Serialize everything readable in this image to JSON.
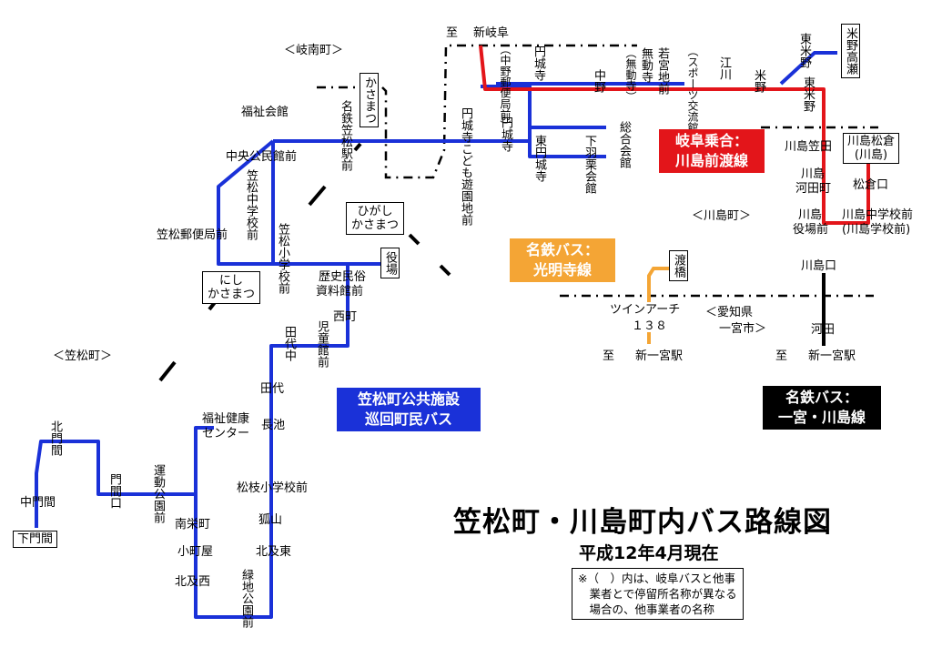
{
  "title": "笠松町・川島町内バス路線図",
  "subtitle": "平成12年4月現在",
  "note": "※（　）内は、岐阜バスと他事\n　業者とで停留所名称が異なる\n　場合の、他事業者の名称",
  "towns": {
    "ginan": "＜岐南町＞",
    "kasamatsu": "＜笠松町＞",
    "kawashima": "＜川島町＞",
    "aichi1": "＜愛知県",
    "aichi2": "一宮市＞"
  },
  "legends": {
    "gifu": [
      "岐阜乗合：",
      "川島前渡線"
    ],
    "komyoji": [
      "名鉄バス：",
      "光明寺線"
    ],
    "ichinomiya": [
      "名鉄バス：",
      "一宮・川島線"
    ],
    "kasamatsu": [
      "笠松町公共施設",
      "巡回町民バス"
    ]
  },
  "colors": {
    "blue": "#1a31d8",
    "red": "#e3151a",
    "orange": "#f4a535",
    "black": "#000000"
  },
  "stations": {
    "kasamatsu": "かさまつ",
    "higashi": [
      "ひがし",
      "かさまつ"
    ],
    "nishi": [
      "にし",
      "かさまつ"
    ]
  },
  "stops": {
    "meitetsu_kasamatsu": "名鉄笠松駅前",
    "fukushi_kaikan": "福祉会館",
    "chuo_kominkan": "中央公民館前",
    "kasamatsu_chugakko": "笠松中学校前",
    "kasamatsu_yubinkyoku": "笠松郵便局前",
    "kasamatsu_shogakko": "笠松小学校前",
    "yakuba": "役場",
    "rekishi1": "歴史民俗",
    "rekishi2": "資料館前",
    "nishimachi": "西町",
    "jidokan": "児童館前",
    "tashiro_naka": "田代中",
    "tashiro": "田代",
    "nagaike": "長池",
    "fukushi_kenko1": "福祉健康",
    "fukushi_kenko2": "センター",
    "matsueda": "松枝小学校前",
    "kitsuneyama": "狐山",
    "kitaoyobi_higashi": "北及東",
    "ryokuchi": "緑地公園前",
    "kitaoyobi_nishi": "北及西",
    "komachiya": "小町屋",
    "minami_sakaemachi": "南栄町",
    "undo_koen": "運動公園前",
    "monmakuchi": "門間口",
    "kita_monma": "北門間",
    "naka_monma": "中門間",
    "shimo_monma": "下門間",
    "enjoji_kodomo": "円城寺こども遊園地前",
    "enjoji": "円城寺",
    "higashi_enjoji": "東円城寺",
    "shimo_hakuri": "下羽栗会館",
    "sogo_kaikan": "総合会館",
    "to_label": "至",
    "shin_gifu": "新岐阜",
    "naka_yubin": "（中野郵便局前）",
    "enjoji2": "円城寺",
    "nakano": "中野",
    "mudoji": "（無動寺）",
    "mudoji2": "無動寺",
    "wakamiya": "若宮地前",
    "esagawa": "江川",
    "sports": "（スポーツ交流館前）",
    "yoneno": "米野",
    "higashi_yoneno": "東米野",
    "higashi_yoneno2": "東米野",
    "yoneno_takase": "米野高瀬",
    "kawashima_kasada": "川島笠田",
    "kawashima_kawada1": "川島",
    "kawashima_kawada2": "河田町",
    "kawashima_matsukura1": "川島松倉",
    "kawashima_matsukura2": "(川島)",
    "matsukuraguchi": "松倉口",
    "kawashima_yakuba1": "川島",
    "kawashima_yakuba2": "役場前",
    "kawashima_chu1": "川島中学校前",
    "kawashima_chu2": "(川島学校前)",
    "kawashimaguchi": "川島口",
    "kawada": "河田",
    "watashi": "渡橋",
    "twin1": "ツインアーチ",
    "twin2": "１３８",
    "shin_ichinomiya": "新一宮駅",
    "shin_ichinomiya2": "新一宮駅"
  }
}
